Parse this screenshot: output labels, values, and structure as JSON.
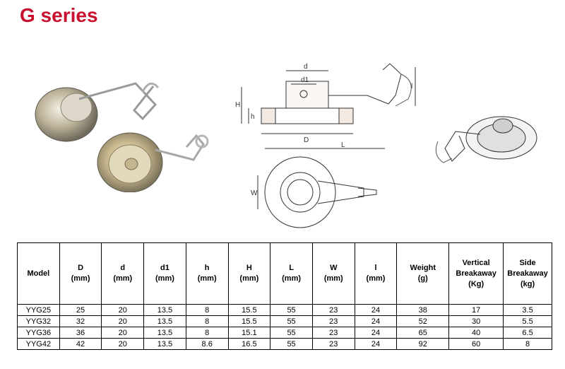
{
  "page": {
    "title": "G series"
  },
  "drawing": {
    "labels": {
      "d": "d",
      "d1": "d1",
      "H": "H",
      "h": "h",
      "D": "D",
      "l": "l",
      "L": "L",
      "W": "W"
    }
  },
  "table": {
    "headers": [
      "Model",
      "D\n(mm)",
      "d\n(mm)",
      "d1\n(mm)",
      "h\n(mm)",
      "H\n(mm)",
      "L\n(mm)",
      "W\n(mm)",
      "l\n(mm)",
      "Weight\n(g)",
      "Vertical\nBreakaway\n(Kg)",
      "Side\nBreakaway\n(kg)"
    ],
    "rows": [
      [
        "YYG25",
        "25",
        "20",
        "13.5",
        "8",
        "15.5",
        "55",
        "23",
        "24",
        "38",
        "17",
        "3.5"
      ],
      [
        "YYG32",
        "32",
        "20",
        "13.5",
        "8",
        "15.5",
        "55",
        "23",
        "24",
        "52",
        "30",
        "5.5"
      ],
      [
        "YYG36",
        "36",
        "20",
        "13.5",
        "8",
        "15.1",
        "55",
        "23",
        "24",
        "65",
        "40",
        "6.5"
      ],
      [
        "YYG42",
        "42",
        "20",
        "13.5",
        "8.6",
        "16.5",
        "55",
        "23",
        "24",
        "92",
        "60",
        "8"
      ]
    ]
  }
}
